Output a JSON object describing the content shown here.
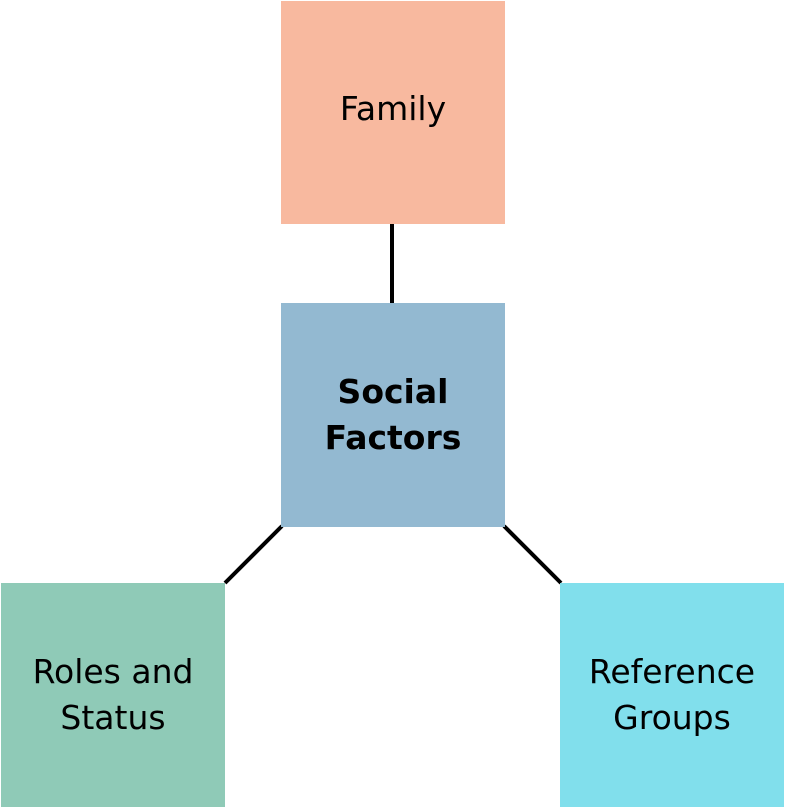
{
  "diagram": {
    "center": {
      "label": "Social Factors",
      "color": "#93b9d1"
    },
    "nodes": [
      {
        "id": "family",
        "label": "Family",
        "color": "#f8b99f"
      },
      {
        "id": "roles",
        "label": "Roles and Status",
        "color": "#8fcab7"
      },
      {
        "id": "reference",
        "label": "Reference Groups",
        "color": "#81dfec"
      }
    ],
    "edges": [
      {
        "from": "family",
        "to": "center"
      },
      {
        "from": "center",
        "to": "roles"
      },
      {
        "from": "center",
        "to": "reference"
      }
    ],
    "connector_color": "#000000"
  }
}
